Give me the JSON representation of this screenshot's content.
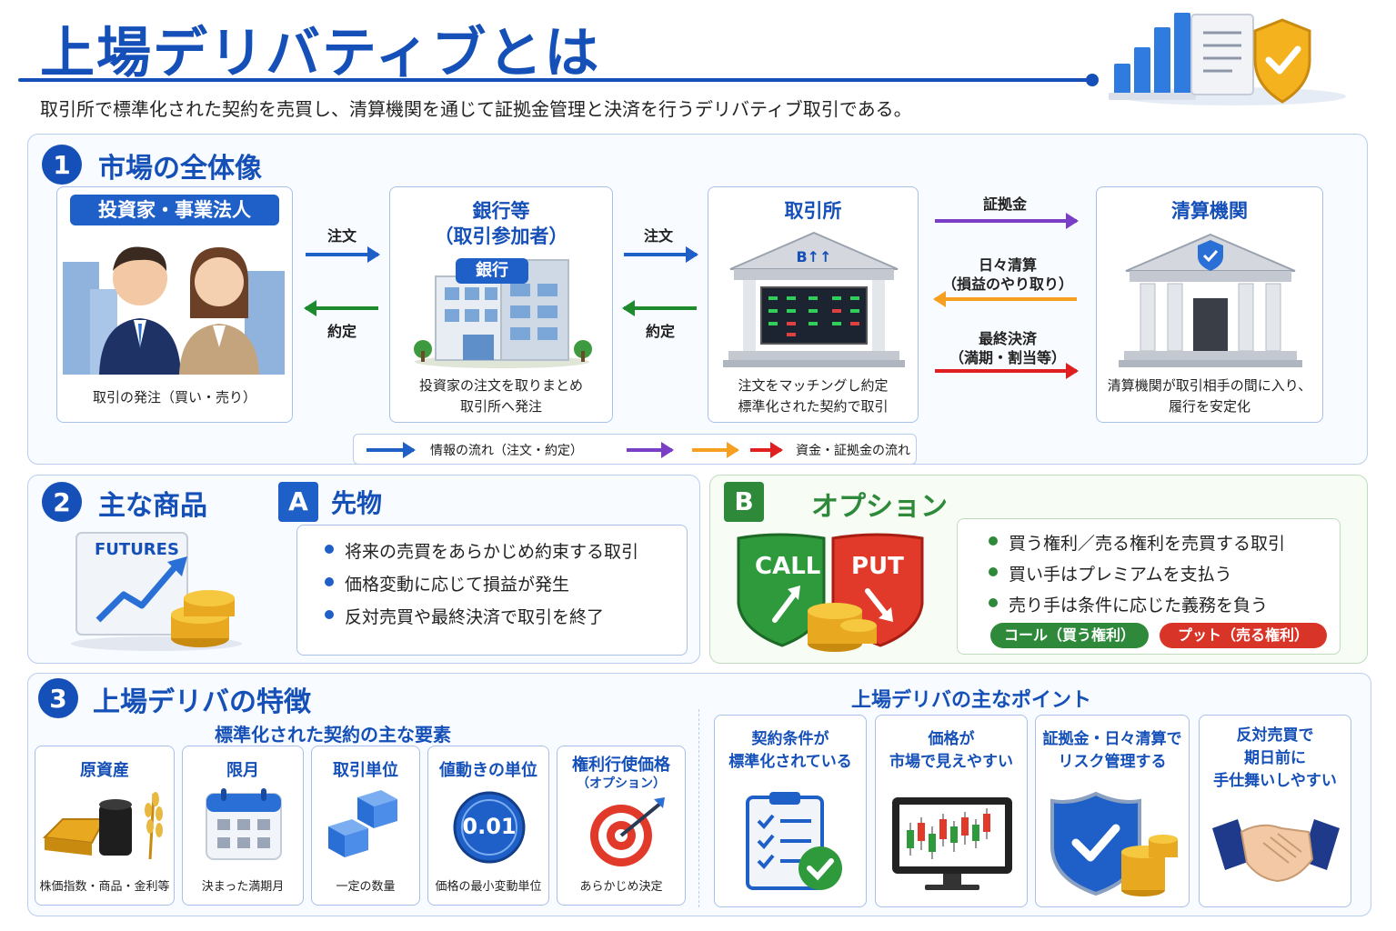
{
  "header": {
    "title": "上場デリバティブとは",
    "subtitle": "取引所で標準化された契約を売買し、清算機関を通じて証拠金管理と決済を行うデリバティブ取引である。"
  },
  "section1": {
    "num": "1",
    "title": "市場の全体像",
    "investor": {
      "label": "投資家・事業法人",
      "desc": "取引の発注（買い・売り）"
    },
    "bank": {
      "title_line1": "銀行等",
      "title_line2": "（取引参加者）",
      "sign": "銀行",
      "desc_line1": "投資家の注文を取りまとめ",
      "desc_line2": "取引所へ発注"
    },
    "exchange": {
      "title": "取引所",
      "desc_line1": "注文をマッチングし約定",
      "desc_line2": "標準化された契約で取引"
    },
    "clearing": {
      "title": "清算機関",
      "desc_line1": "清算機関が取引相手の間に入り、",
      "desc_line2": "履行を安定化"
    },
    "flows": {
      "order1": "注文",
      "exec1": "約定",
      "order2": "注文",
      "exec2": "約定",
      "margin": "証拠金",
      "daily_line1": "日々清算",
      "daily_line2": "（損益のやり取り）",
      "final_line1": "最終決済",
      "final_line2": "（満期・割当等）"
    },
    "legend": {
      "info": "情報の流れ（注文・約定）",
      "funds": "資金・証拠金の流れ"
    }
  },
  "section2": {
    "num": "2",
    "title": "主な商品",
    "futures": {
      "badge": "A",
      "title": "先物",
      "doc_label": "FUTURES",
      "bullets": [
        "将来の売買をあらかじめ約束する取引",
        "価格変動に応じて損益が発生",
        "反対売買や最終決済で取引を終了"
      ]
    },
    "options": {
      "badge": "B",
      "title": "オプション",
      "call": "CALL",
      "put": "PUT",
      "bullets": [
        "買う権利／売る権利を売買する取引",
        "買い手はプレミアムを支払う",
        "売り手は条件に応じた義務を負う"
      ],
      "call_pill": "コール（買う権利）",
      "put_pill": "プット（売る権利）"
    }
  },
  "section3": {
    "num": "3",
    "title": "上場デリバの特徴",
    "elements_heading": "標準化された契約の主な要素",
    "elements": [
      {
        "title": "原資産",
        "desc": "株価指数・商品・金利等"
      },
      {
        "title": "限月",
        "desc": "決まった満期月"
      },
      {
        "title": "取引単位",
        "desc": "一定の数量"
      },
      {
        "title": "値動きの単位",
        "desc": "価格の最小変動単位",
        "value": "0.01"
      },
      {
        "title": "権利行使価格",
        "subtitle": "（オプション）",
        "desc": "あらかじめ決定"
      }
    ],
    "points_heading": "上場デリバの主なポイント",
    "points": [
      {
        "line1": "契約条件が",
        "line2": "標準化されている"
      },
      {
        "line1": "価格が",
        "line2": "市場で見えやすい"
      },
      {
        "line1": "証拠金・日々清算で",
        "line2": "リスク管理する"
      },
      {
        "line1": "反対売買で",
        "line2": "期日前に",
        "line3": "手仕舞いしやすい"
      }
    ]
  },
  "colors": {
    "primary": "#1550b8",
    "info": "#1f5fc8",
    "exec": "#1e8a2e",
    "margin": "#7a3fc6",
    "daily": "#f5a020",
    "final": "#e02020"
  }
}
